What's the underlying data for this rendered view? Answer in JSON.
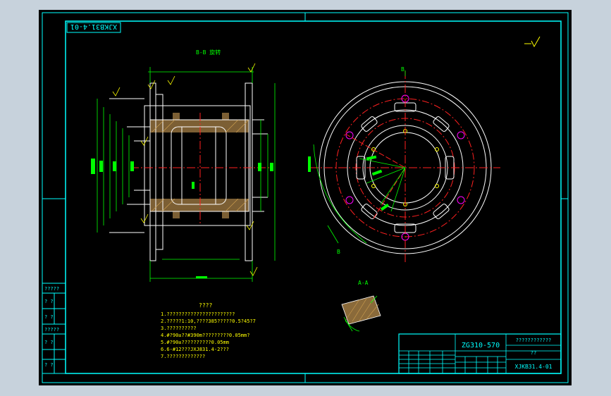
{
  "colors": {
    "background": "#c7d2dc",
    "sheet": "#000000",
    "frame": "#00ffff",
    "geometry": "#ffffff",
    "dimension": "#00ff00",
    "centerline": "#ff2020",
    "hole": "#ff00ff",
    "note": "#ffff00"
  },
  "drawing": {
    "code_mirrored": "XJKB31.4-01",
    "section_label": "B-B 旋转",
    "section_marker_top": "B",
    "section_marker_bottom": "B",
    "detail_label": "A-A",
    "notes": {
      "title": "????",
      "lines": [
        "1.???????????????????????",
        "2.?????1:10,????385?????0.5?45?7",
        "3.??????????",
        "4.#?90±??#390m?????????0.05mm?",
        "5.#?90±??????????0.05mm",
        "6.6-#12???JXJ831.4-2???",
        "7.?????????????"
      ]
    },
    "left_column_labels": [
      "?????",
      "? ?",
      "? ?",
      "?????",
      "? ?",
      "? ?"
    ],
    "title_block": {
      "part_no": "ZG310-570",
      "top_right": "????????????",
      "mid_right": "??",
      "drawing_no": "XJKB31.4-01"
    }
  }
}
